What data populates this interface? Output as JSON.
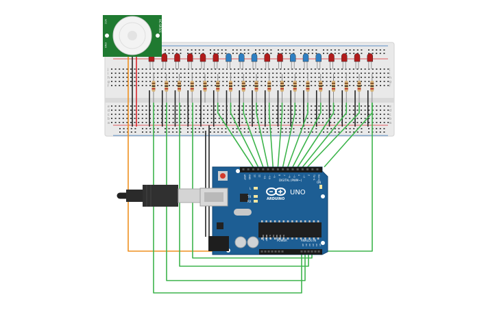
{
  "pir_sensor": {
    "model_text": "HC-SR501",
    "pin_labels": [
      "VCC",
      "OUT",
      "GND"
    ]
  },
  "breadboard": {
    "row_letters_top": [
      "j",
      "i",
      "h",
      "g",
      "f"
    ],
    "row_letters_bottom": [
      "e",
      "d",
      "c",
      "b",
      "a"
    ]
  },
  "leds": {
    "count": 18,
    "colors": [
      "red",
      "red",
      "red",
      "red",
      "red",
      "red",
      "blue",
      "blue",
      "blue",
      "red",
      "red",
      "blue",
      "blue",
      "blue",
      "red",
      "red",
      "red",
      "red"
    ]
  },
  "arduino": {
    "brand": "ARDUINO",
    "model": "UNO",
    "digital_label": "DIGITAL (PWM~)",
    "power_label": "POWER",
    "analog_label": "ANALOG IN",
    "top_pins": [
      "AREF",
      "GND",
      "13",
      "12",
      "~11",
      "~10",
      "~9",
      "8",
      "7",
      "~6",
      "~5",
      "4",
      "~3",
      "2",
      "TX→1",
      "RX←0"
    ],
    "power_pins": [
      "IOREF",
      "RESET",
      "3.3V",
      "5V",
      "GND",
      "GND",
      "Vin"
    ],
    "analog_pins": [
      "A0",
      "A1",
      "A2",
      "A3",
      "A4",
      "A5"
    ],
    "side_labels": [
      "L",
      "TX",
      "RX",
      "ON"
    ]
  },
  "colors": {
    "board_blue": "#1d5e94",
    "breadboard": "#e9e9e9",
    "wire_green": "#3cb44b",
    "wire_orange": "#ef8f1e",
    "wire_red": "#d8262b",
    "wire_black": "#222222",
    "pir_green": "#1f7a31",
    "led_red": "#b11b1b",
    "led_blue": "#2f7fc2"
  }
}
